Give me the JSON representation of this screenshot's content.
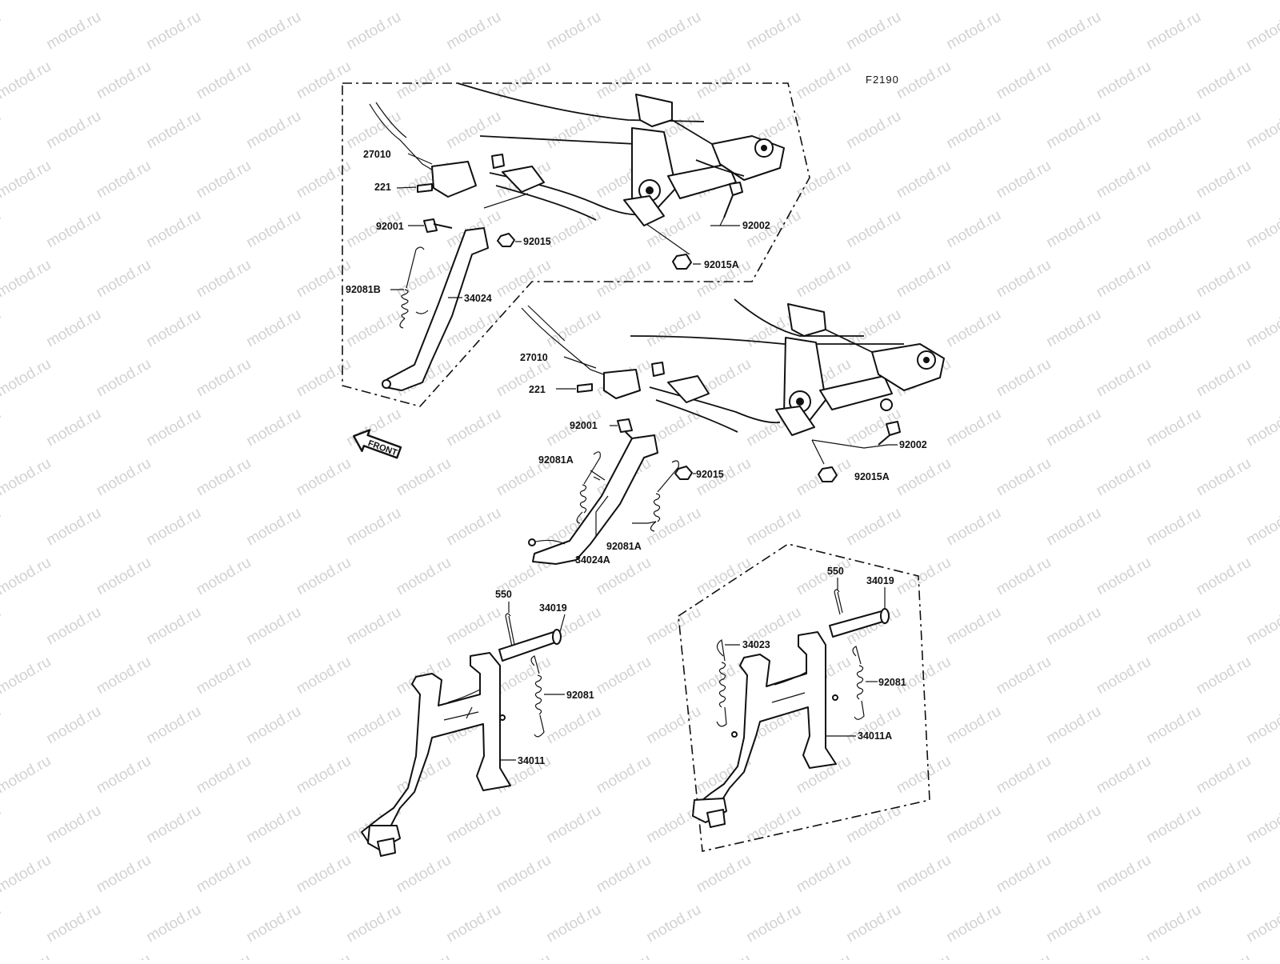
{
  "diagram_code": "F2190",
  "front_arrow_label": "FRONT",
  "watermark": "motod.ru",
  "callouts": {
    "g1": {
      "p27010": "27010",
      "p221": "221",
      "p92001": "92001",
      "p92015": "92015",
      "p92081B": "92081B",
      "p34024": "34024",
      "p92002": "92002",
      "p92015A": "92015A"
    },
    "g2": {
      "p27010": "27010",
      "p221": "221",
      "p92001": "92001",
      "p92081A_a": "92081A",
      "p92015": "92015",
      "p92081A_b": "92081A",
      "p34024A": "34024A",
      "p92002": "92002",
      "p92015A": "92015A"
    },
    "g3": {
      "p550": "550",
      "p34019": "34019",
      "p92081": "92081",
      "p34011": "34011"
    },
    "g4": {
      "p550": "550",
      "p34019": "34019",
      "p34023": "34023",
      "p92081": "92081",
      "p34011A": "34011A"
    }
  }
}
